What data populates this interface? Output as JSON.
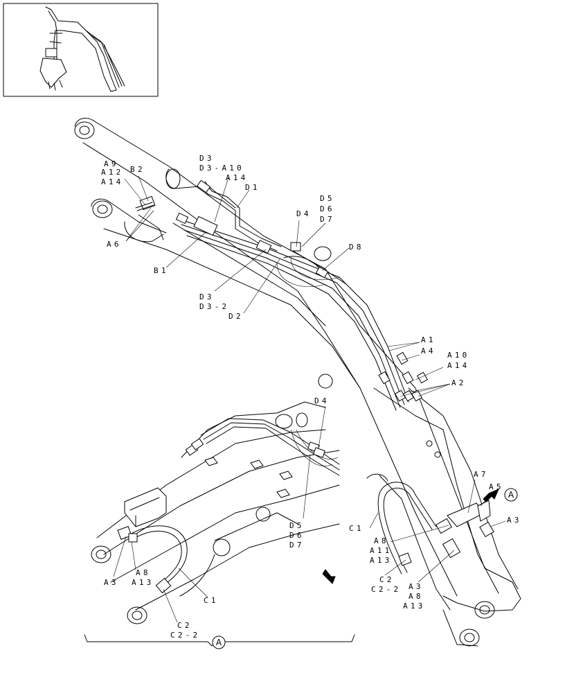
{
  "labels": {
    "A9": "A9",
    "A12": "A12",
    "A14": "A14",
    "B2": "B2",
    "A6": "A6",
    "B1": "B1",
    "D3": "D3",
    "D3_A10": "D3-A10",
    "A14b": "A14",
    "D1": "D1",
    "D5": "D5",
    "D6": "D6",
    "D7": "D7",
    "D4": "D4",
    "D8": "D8",
    "D3b": "D3",
    "D3_2": "D3-2",
    "D2": "D2",
    "A1": "A1",
    "A4": "A4",
    "A10": "A10",
    "A14c": "A14",
    "A2": "A2",
    "A7": "A7",
    "A5": "A5",
    "A3": "A3",
    "C1": "C1",
    "A8": "A8",
    "A11": "A11",
    "A13": "A13",
    "C2": "C2",
    "C2_2": "C2-2",
    "A3b": "A3",
    "A8b": "A8",
    "A13b": "A13",
    "D4b": "D4",
    "D5b": "D5",
    "D6b": "D6",
    "D7b": "D7",
    "A3c": "A3",
    "A8c": "A8",
    "A13c": "A13",
    "C1b": "C1",
    "C2b": "C2",
    "C2_2b": "C2-2"
  },
  "view_marker": "A"
}
